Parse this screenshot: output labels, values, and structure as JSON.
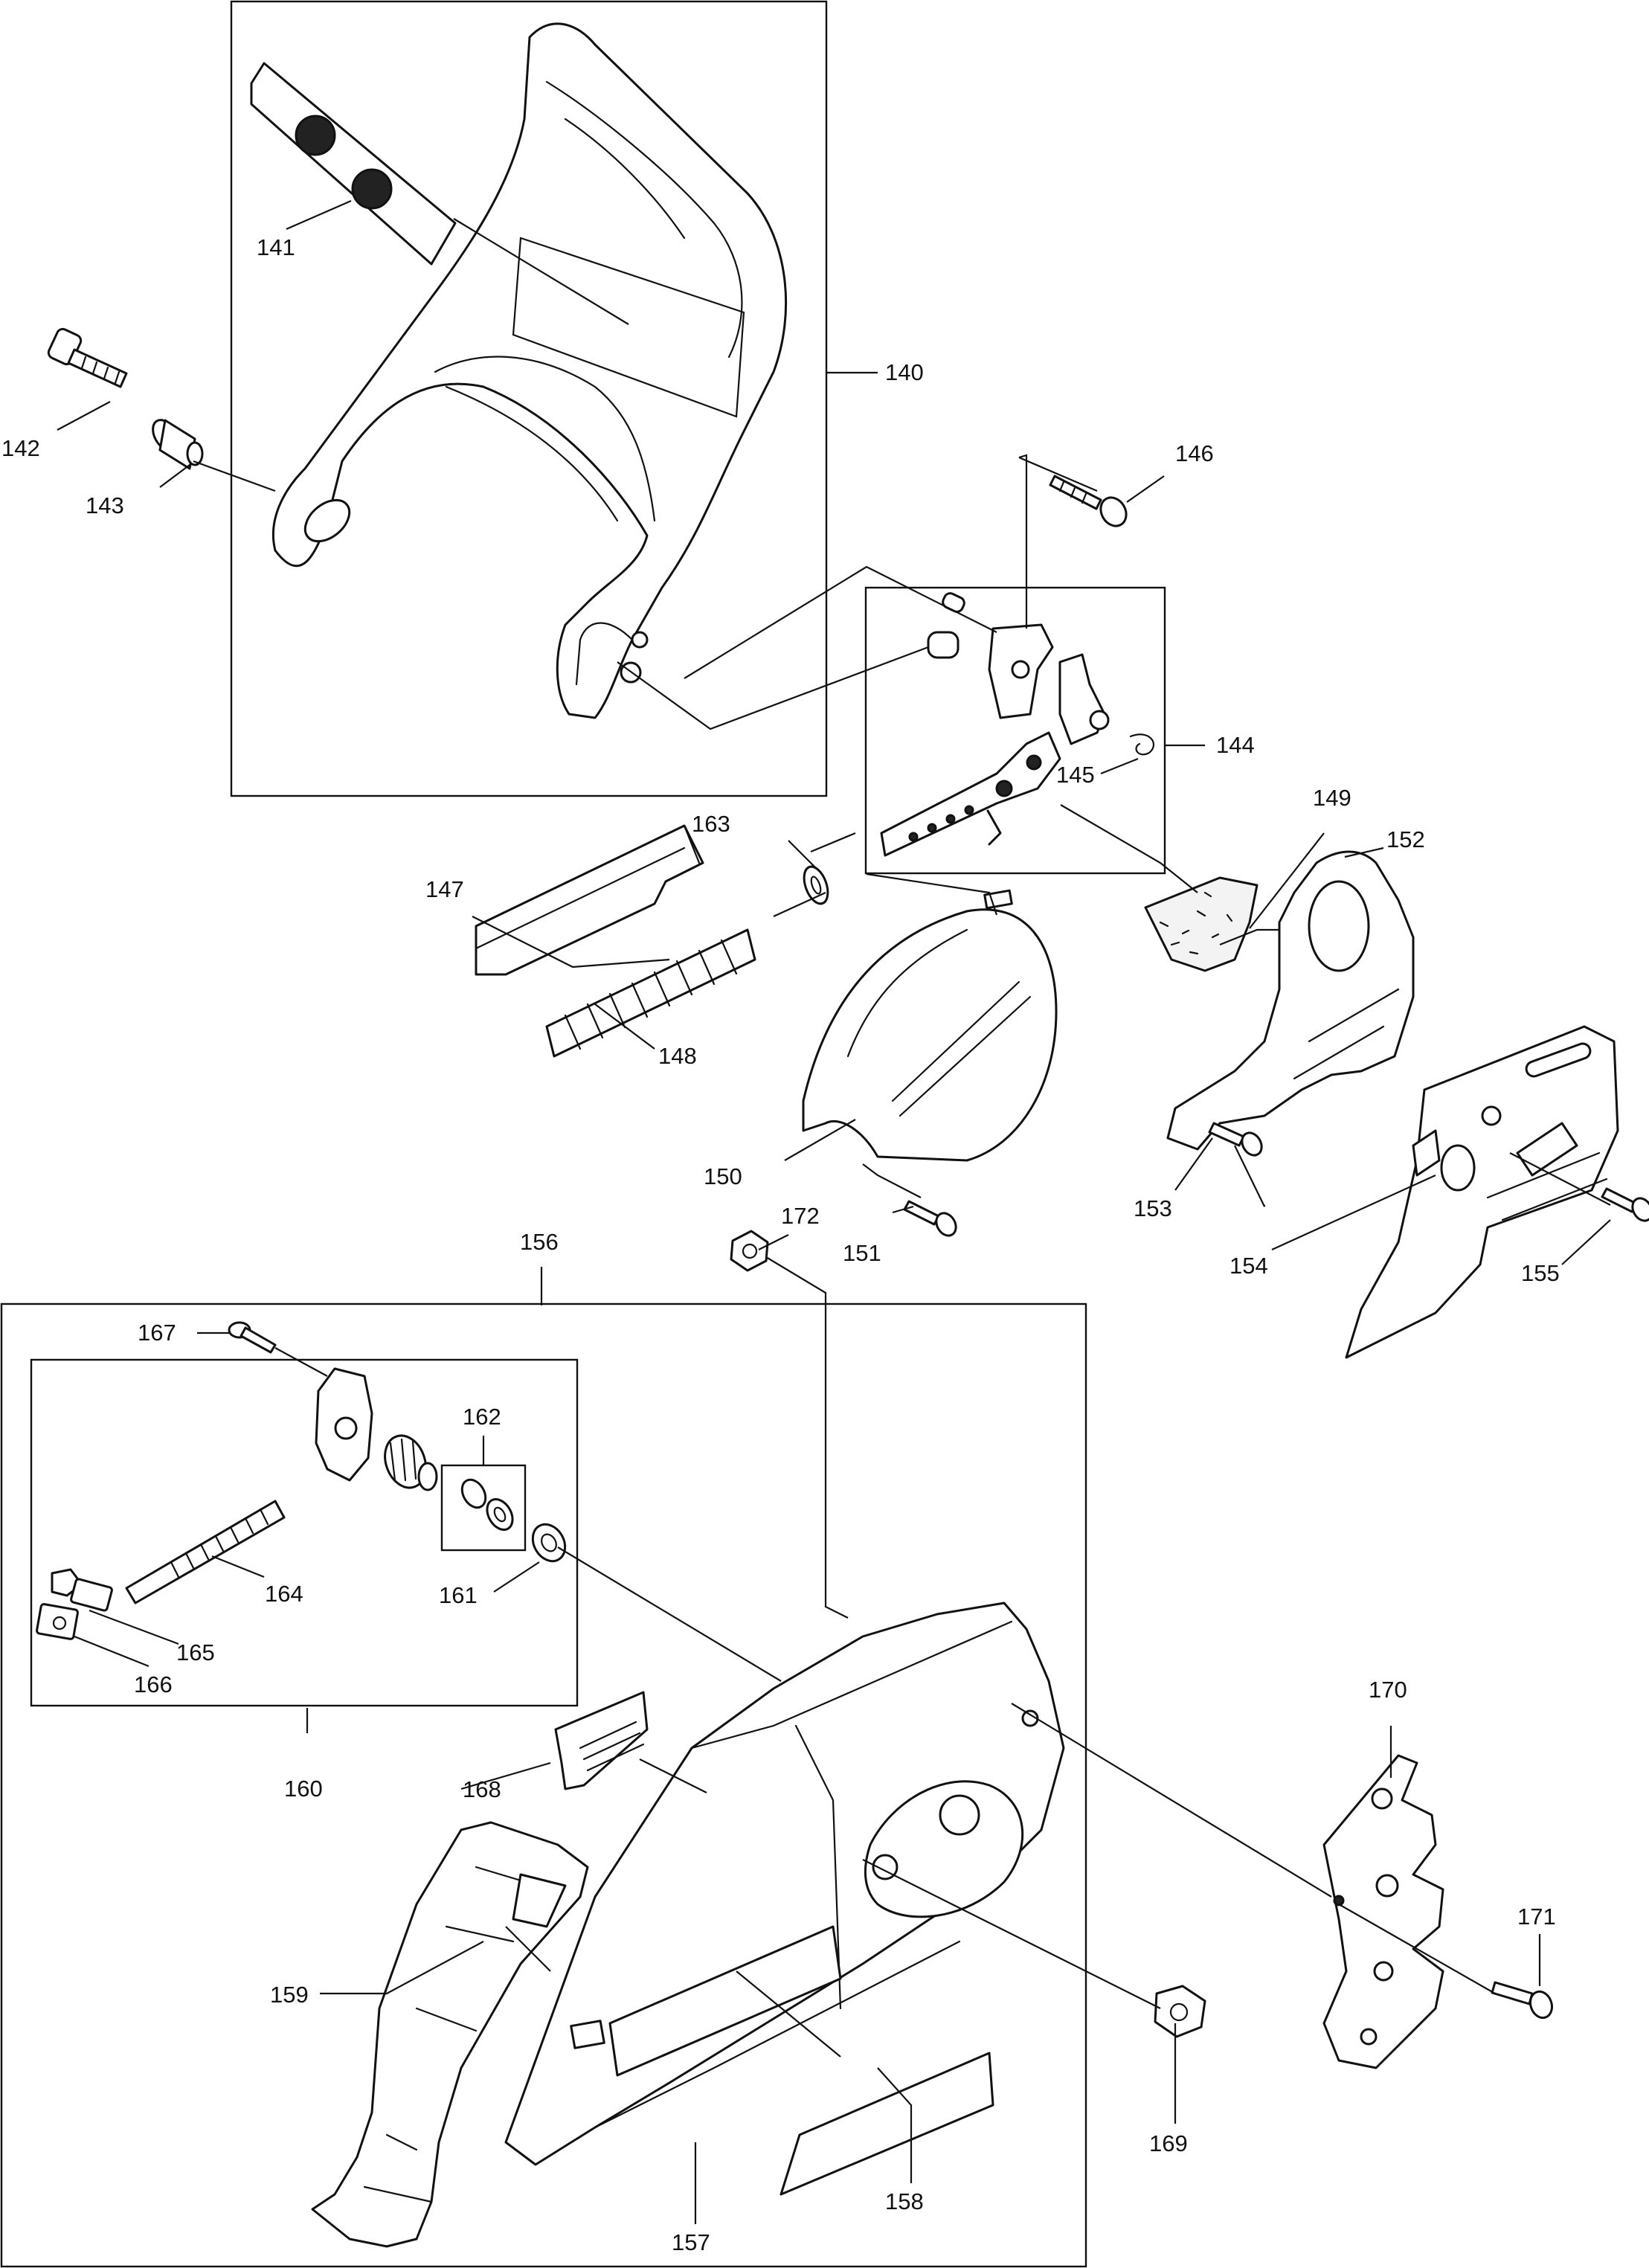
{
  "callouts": {
    "c140": "140",
    "c141": "141",
    "c142": "142",
    "c143": "143",
    "c144": "144",
    "c145": "145",
    "c146": "146",
    "c147": "147",
    "c148": "148",
    "c149": "149",
    "c150": "150",
    "c151": "151",
    "c152": "152",
    "c153": "153",
    "c154": "154",
    "c155": "155",
    "c156": "156",
    "c157": "157",
    "c158": "158",
    "c159": "159",
    "c160": "160",
    "c161": "161",
    "c162": "162",
    "c163": "163",
    "c164": "164",
    "c165": "165",
    "c166": "166",
    "c167": "167",
    "c168": "168",
    "c169": "169",
    "c170": "170",
    "c171": "171",
    "c172": "172"
  },
  "colors": {
    "line": "#111111",
    "background": "#ffffff"
  }
}
